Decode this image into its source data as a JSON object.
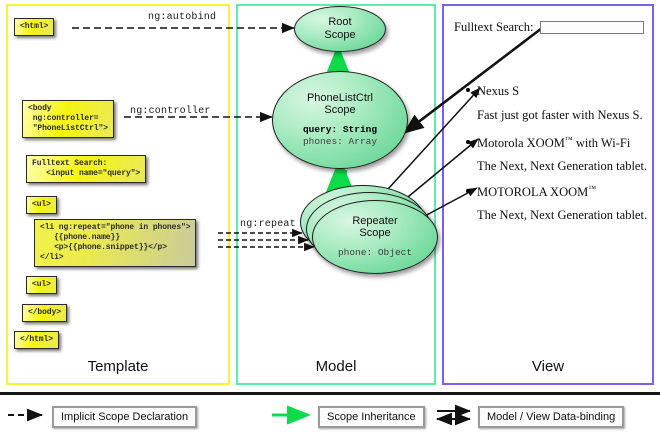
{
  "panels": [
    {
      "key": "template",
      "label": "Template",
      "border_color": "#f5f23a"
    },
    {
      "key": "model",
      "label": "Model",
      "border_color": "#5aeeaa"
    },
    {
      "key": "view",
      "label": "View",
      "border_color": "#7d5ff0"
    }
  ],
  "template": {
    "boxes": [
      {
        "name": "html-open",
        "text": "<html>"
      },
      {
        "name": "body-open",
        "text": "<body\n ng:controller=\n \"PhoneListCtrl\">"
      },
      {
        "name": "fulltext-search",
        "text": "Fulltext Search:\n   <input name=\"query\">"
      },
      {
        "name": "ul-open",
        "text": "<ul>"
      },
      {
        "name": "li-repeat",
        "text": "<li ng:repeat=\"phone in phones\">\n   {{phone.name}}\n   <p>{{phone.snippet}}</p>\n</li>"
      },
      {
        "name": "ul-close",
        "text": "<ul>"
      },
      {
        "name": "body-close",
        "text": "</body>"
      },
      {
        "name": "html-close",
        "text": "</html>"
      }
    ]
  },
  "edge_labels": {
    "autobind": "ng:autobind",
    "controller": "ng:controller",
    "repeat": "ng:repeat"
  },
  "model": {
    "scopes": [
      {
        "name": "root-scope",
        "title_line1": "Root",
        "title_line2": "Scope",
        "props": []
      },
      {
        "name": "phonelistctrl-scope",
        "title_line1": "PhoneListCtrl",
        "title_line2": "Scope",
        "props": [
          {
            "text": "query: String",
            "emphasis": true
          },
          {
            "text": "phones: Array",
            "emphasis": false
          }
        ]
      },
      {
        "name": "repeater-scope",
        "title_line1": "Repeater",
        "title_line2": "Scope",
        "props": [
          {
            "text": "phone: Object",
            "emphasis": false
          }
        ]
      }
    ]
  },
  "view": {
    "search_label": "Fulltext Search:",
    "search_value": "",
    "search_placeholder": "",
    "items": [
      {
        "name": "Nexus S",
        "tm": false,
        "snippet": "Fast just got faster with Nexus S."
      },
      {
        "name": "Motorola XOOM",
        "tm": true,
        "name_suffix": " with Wi-Fi",
        "snippet": "The Next, Next Generation tablet."
      },
      {
        "name": "MOTOROLA XOOM",
        "tm": true,
        "name_suffix": "",
        "snippet": "The Next, Next Generation tablet."
      }
    ]
  },
  "legend": [
    {
      "name": "implicit-scope-declaration",
      "label": "Implicit Scope Declaration",
      "arrow": "dashed-black"
    },
    {
      "name": "scope-inheritance",
      "label": "Scope Inheritance",
      "arrow": "solid-green"
    },
    {
      "name": "model-view-data-binding",
      "label": "Model / View Data-binding",
      "arrow": "double-black"
    }
  ],
  "colors": {
    "template_border": "#f5f23a",
    "model_border": "#5aeeaa",
    "view_border": "#7d5ff0",
    "scope_fill": "#79dca1",
    "inheritance_arrow": "#00e000",
    "code_box_fill": "#f5f50e"
  }
}
